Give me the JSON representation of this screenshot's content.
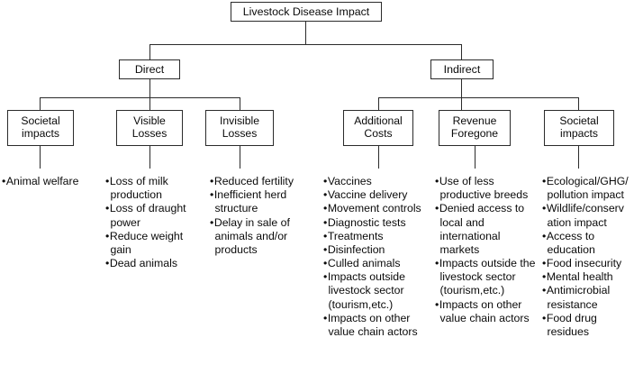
{
  "diagram": {
    "title": "Livestock Disease Impact",
    "root": {
      "label": "Livestock Disease Impact"
    },
    "level2": [
      {
        "label": "Direct"
      },
      {
        "label": "Indirect"
      }
    ],
    "level3": [
      {
        "label": "Societal\nimpacts"
      },
      {
        "label": "Visible\nLosses"
      },
      {
        "label": "Invisible\nLosses"
      },
      {
        "label": "Additional\nCosts"
      },
      {
        "label": "Revenue\nForegone"
      },
      {
        "label": "Societal\nimpacts"
      }
    ],
    "lists": [
      {
        "owner": "Societal impacts (Direct)",
        "items": [
          "Animal welfare"
        ]
      },
      {
        "owner": "Visible Losses",
        "items": [
          "Loss of milk production",
          "Loss of draught power",
          "Reduce weight gain",
          "Dead animals"
        ]
      },
      {
        "owner": "Invisible Losses",
        "items": [
          "Reduced fertility",
          "Inefficient herd structure",
          "Delay in sale of animals and/or products"
        ]
      },
      {
        "owner": "Additional Costs",
        "items": [
          "Vaccines",
          "Vaccine delivery",
          "Movement controls",
          "Diagnostic tests",
          "Treatments",
          "Disinfection",
          "Culled animals",
          "Impacts outside livestock sector (tourism,etc.)",
          "Impacts on other value chain actors"
        ]
      },
      {
        "owner": "Revenue Foregone",
        "items": [
          "Use of less productive breeds",
          "Denied access to local and international markets",
          "Impacts outside the livestock sector (tourism,etc.)",
          "Impacts on other value chain actors"
        ]
      },
      {
        "owner": "Societal impacts (Indirect)",
        "items": [
          "Ecological/GHG/ pollution impact",
          "Wildlife/conserv ation impact",
          "Access to education",
          "Food insecurity",
          "Mental health",
          "Antimicrobial resistance",
          "Food drug residues"
        ]
      }
    ],
    "colors": {
      "line": "#2b2b2b",
      "text": "#0a0a0a",
      "background": "#ffffff"
    }
  }
}
